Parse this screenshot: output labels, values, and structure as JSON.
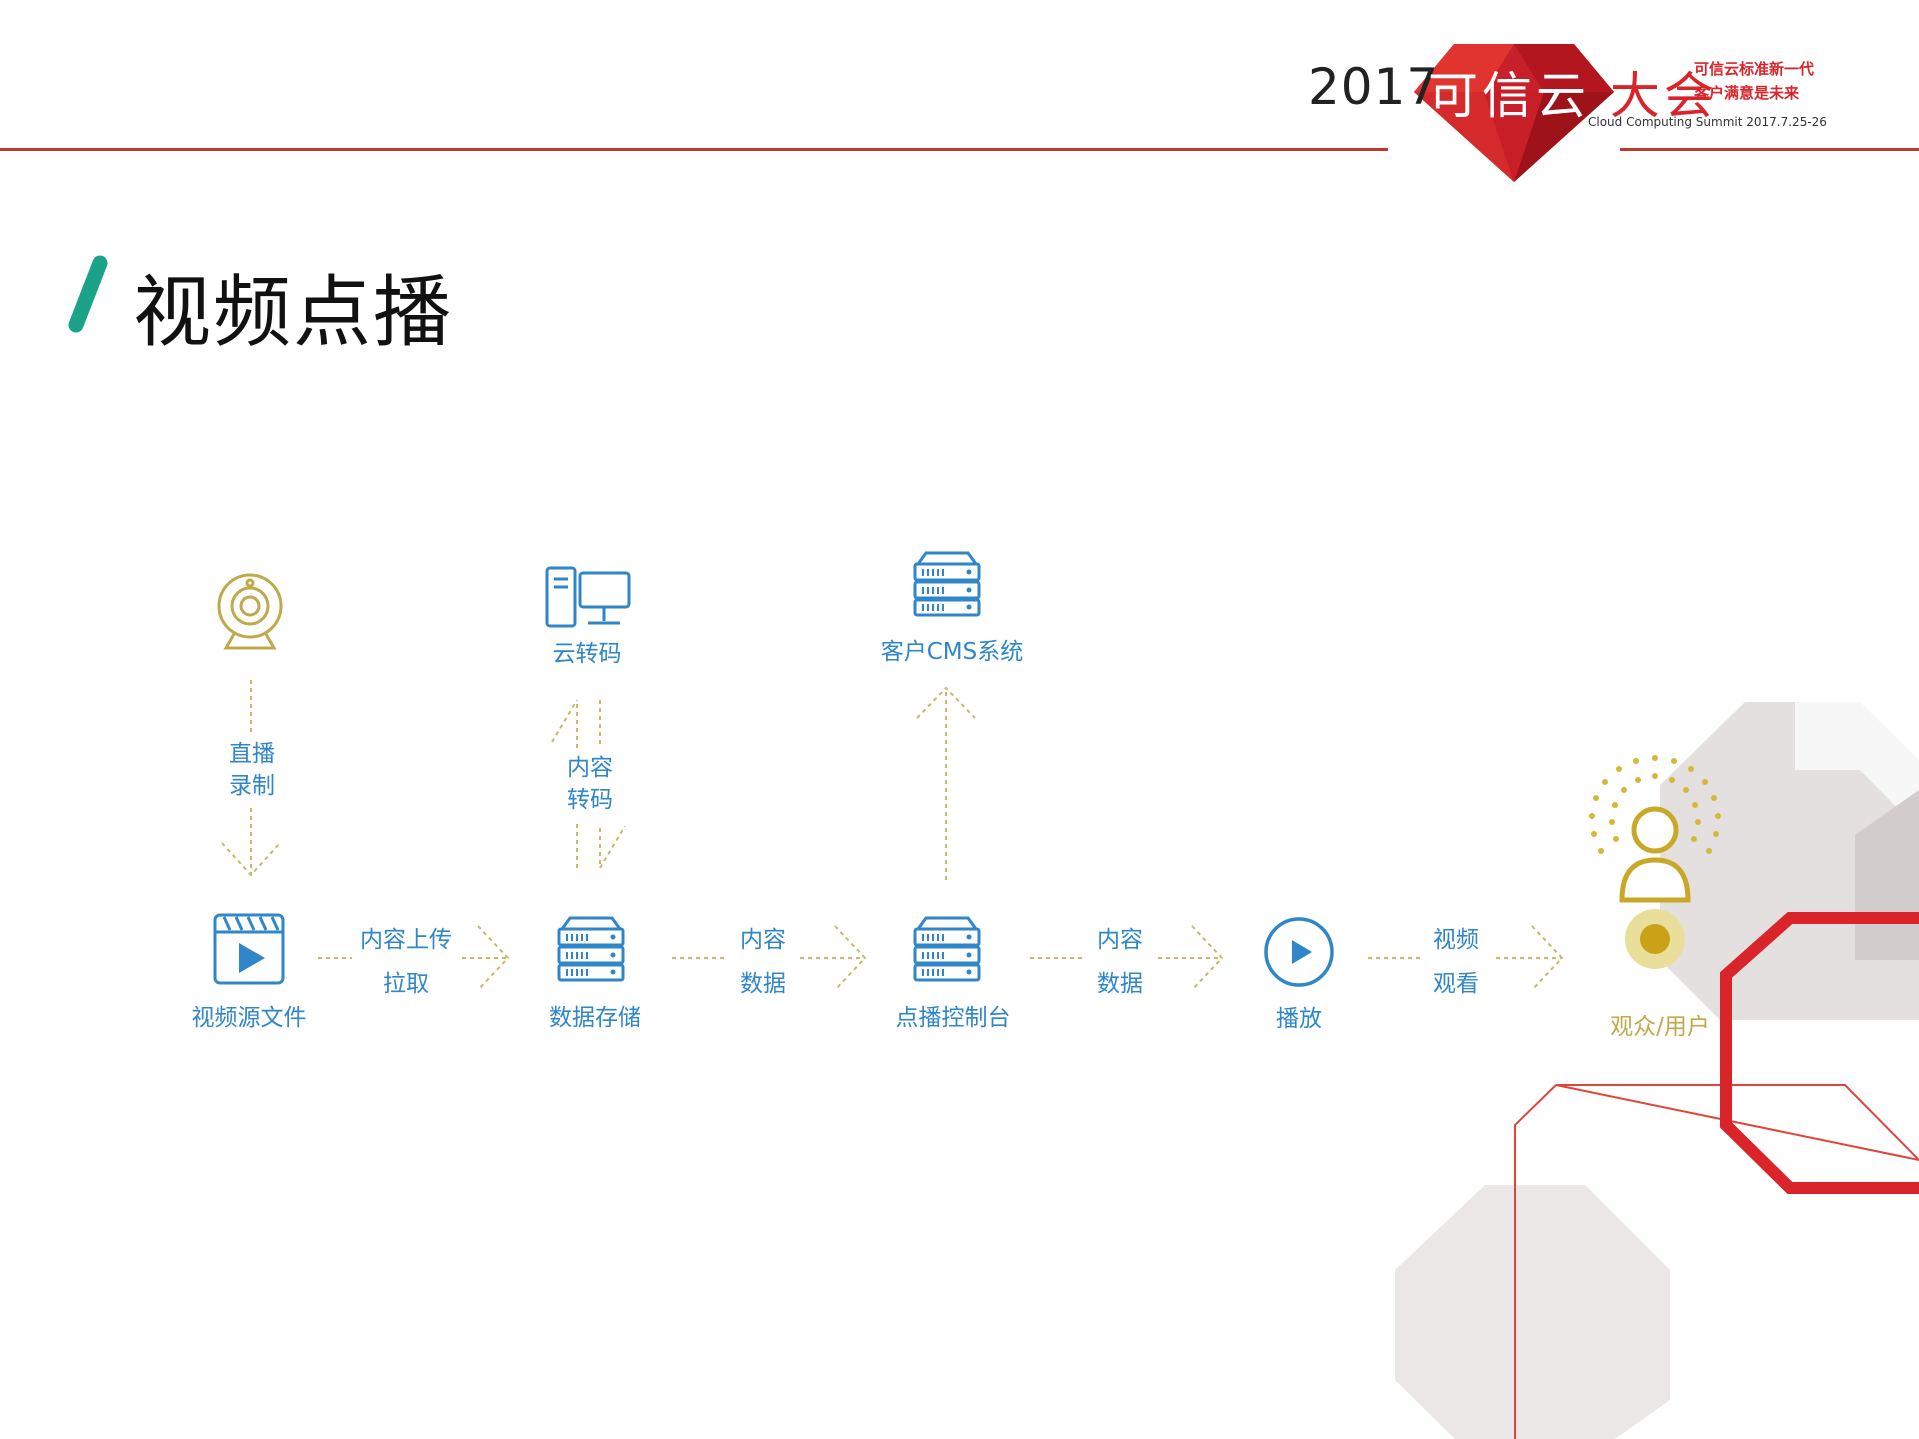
{
  "header": {
    "year": "2017",
    "brand_white": "可信云",
    "brand_red": "大会",
    "slogan_line1": "可信云标准新一代",
    "slogan_line2": "客户满意是未来",
    "subtitle": "Cloud Computing Summit 2017.7.25-26"
  },
  "page": {
    "title": "视频点播"
  },
  "nodes": {
    "source": "视频源文件",
    "storage": "数据存储",
    "console": "点播控制台",
    "play": "播放",
    "audience": "观众/用户",
    "transcode": "云转码",
    "cms": "客户CMS系统"
  },
  "edges": {
    "live_record_1": "直播",
    "live_record_2": "录制",
    "upload_1": "内容上传",
    "upload_2": "拉取",
    "transcode_1": "内容",
    "transcode_2": "转码",
    "data1_1": "内容",
    "data1_2": "数据",
    "data2_1": "内容",
    "data2_2": "数据",
    "watch_1": "视频",
    "watch_2": "观看"
  },
  "colors": {
    "accent_blue": "#2f86c8",
    "gold": "#bfa94a",
    "brand_red": "#d9252a",
    "title_slash": "#1aa389"
  }
}
